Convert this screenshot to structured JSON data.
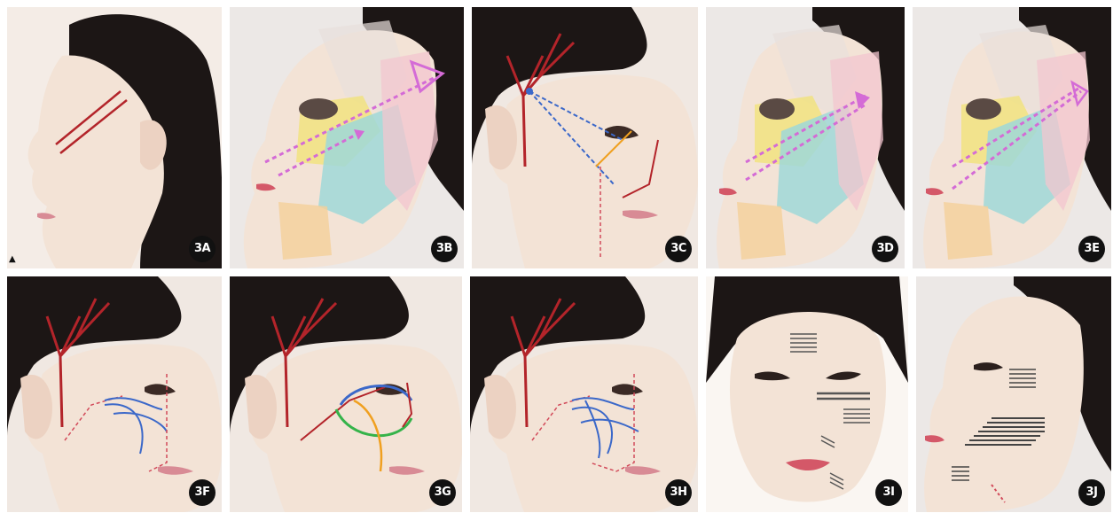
{
  "panels": [
    {
      "label": "3A"
    },
    {
      "label": "3B"
    },
    {
      "label": "3C"
    },
    {
      "label": "3D"
    },
    {
      "label": "3E"
    },
    {
      "label": "3F"
    },
    {
      "label": "3G"
    },
    {
      "label": "3H"
    },
    {
      "label": "3I"
    },
    {
      "label": "3J"
    }
  ],
  "corner_mark": "▲",
  "colors": {
    "skin": "#f3e3d6",
    "hair": "#1c1615",
    "artery": "#b3242a",
    "nerve_blue": "#3b68c9",
    "vector_pink": "#d46bd6",
    "zone_yellow": "#f1e27a",
    "zone_cyan": "#9fd8d8",
    "zone_pink": "#f3c6cf",
    "zone_orange": "#f4cf9a",
    "green_line": "#35b34a",
    "orange_line": "#f0a020"
  }
}
